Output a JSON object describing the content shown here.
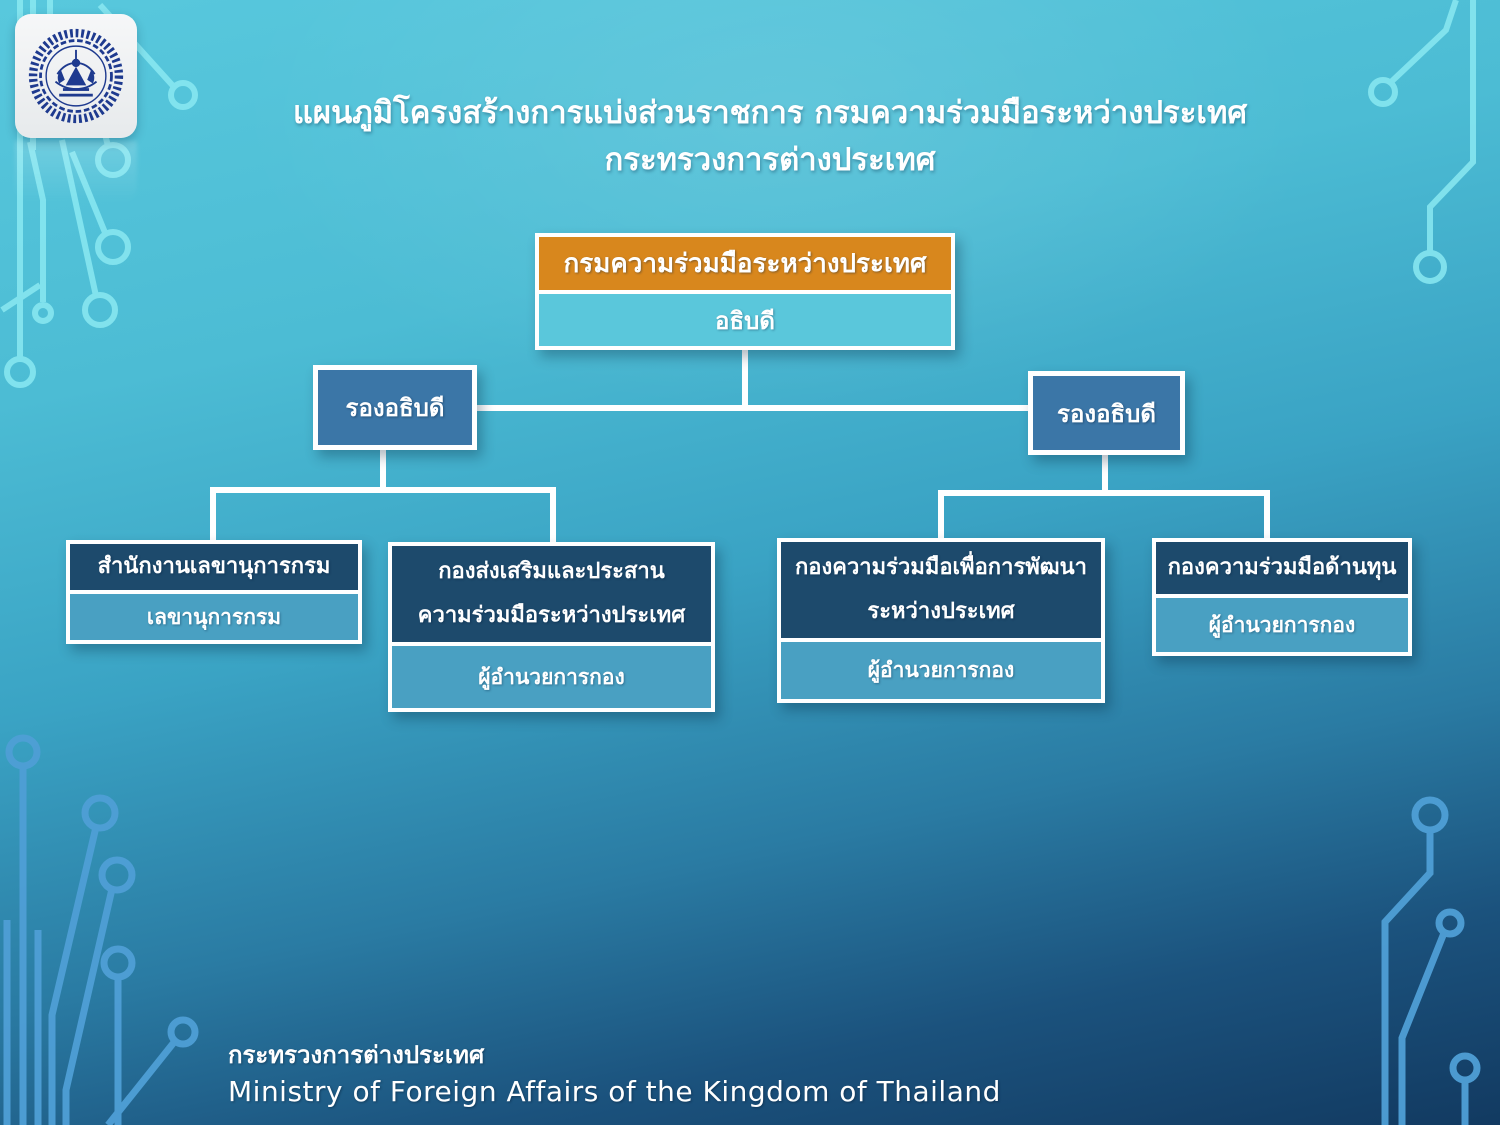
{
  "title": {
    "line1": "แผนภูมิโครงสร้างการแบ่งส่วนราชการ กรมความร่วมมือระหว่างประเทศ",
    "line2": "กระทรวงการต่างประเทศ"
  },
  "org_chart": {
    "root": {
      "name": "กรมความร่วมมือระหว่างประเทศ",
      "head": "อธิบดี"
    },
    "deputies": [
      {
        "label": "รองอธิบดี"
      },
      {
        "label": "รองอธิบดี"
      }
    ],
    "departments": [
      {
        "name_lines": [
          "สำนักงานเลขานุการกรม"
        ],
        "head": "เลขานุการกรม"
      },
      {
        "name_lines": [
          "กองส่งเสริมและประสาน",
          "ความร่วมมือระหว่างประเทศ"
        ],
        "head": "ผู้อำนวยการกอง"
      },
      {
        "name_lines": [
          "กองความร่วมมือเพื่อการพัฒนา",
          "ระหว่างประเทศ"
        ],
        "head": "ผู้อำนวยการกอง"
      },
      {
        "name_lines": [
          "กองความร่วมมือด้านทุน"
        ],
        "head": "ผู้อำนวยการกอง"
      }
    ]
  },
  "footer": {
    "th": "กระทรวงการต่างประเทศ",
    "en": "Ministry of Foreign Affairs of the Kingdom of Thailand"
  },
  "logo": {
    "icon": "ministry-of-foreign-affairs-seal"
  },
  "colors": {
    "accent_orange": "#d8871d",
    "deputy_blue": "#3b76a7",
    "dept_navy": "#1d4a6c",
    "band_cyan_top": "#5ac7db",
    "band_cyan": "#49a0c2",
    "connector_white": "#ffffff",
    "circuit_light": "#8ae9f2",
    "circuit_blue": "#4f9fd6",
    "bg_top": "#55c6db",
    "bg_bottom": "#12365c"
  }
}
